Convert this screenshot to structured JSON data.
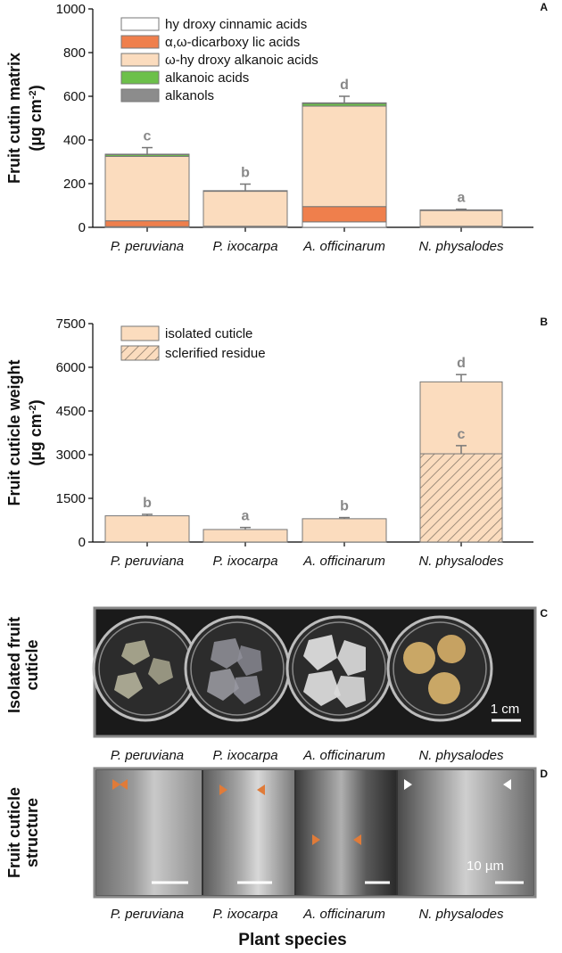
{
  "chart_data": [
    {
      "panel": "A",
      "type": "bar",
      "stacked": true,
      "categories": [
        "P. peruviana",
        "P. ixocarpa",
        "A. officinarum",
        "N. physalodes"
      ],
      "ylabel": "Fruit cutin matrix",
      "yunit_base": "(µg cm",
      "yunit_exp": "-2",
      "yunit_close": ")",
      "ylim": [
        0,
        1000
      ],
      "yticks": [
        0,
        200,
        400,
        600,
        800,
        1000
      ],
      "legend_position": "top-left",
      "series": [
        {
          "name": "hy droxy cinnamic acids",
          "color": "#ffffff",
          "values": [
            3,
            2,
            25,
            2
          ]
        },
        {
          "name": "α,ω-dicarboxy lic acids",
          "color": "#ef7f4c",
          "values": [
            27,
            3,
            70,
            3
          ]
        },
        {
          "name": "ω-hy droxy alkanoic acids",
          "color": "#fbdcbe",
          "values": [
            295,
            160,
            460,
            72
          ]
        },
        {
          "name": "alkanoic acids",
          "color": "#6cc04a",
          "values": [
            8,
            2,
            12,
            2
          ]
        },
        {
          "name": "alkanols",
          "color": "#8c8c8c",
          "values": [
            2,
            1,
            3,
            1
          ]
        }
      ],
      "errors": [
        30,
        30,
        30,
        3
      ],
      "significance": [
        "c",
        "b",
        "d",
        "a"
      ]
    },
    {
      "panel": "B",
      "type": "bar",
      "categories": [
        "P. peruviana",
        "P. ixocarpa",
        "A. officinarum",
        "N. physalodes"
      ],
      "ylabel": "Fruit cuticle weight",
      "yunit_base": "(µg cm",
      "yunit_exp": "-2",
      "yunit_close": ")",
      "ylim": [
        0,
        7500
      ],
      "yticks": [
        0,
        1500,
        3000,
        4500,
        6000,
        7500
      ],
      "legend_position": "top-left",
      "series": [
        {
          "name": "isolated cuticle",
          "color": "#fbdcbe",
          "values": [
            900,
            430,
            800,
            5500
          ]
        },
        {
          "name": "sclerified residue",
          "color": "#fbdcbe",
          "hatch": true,
          "values": [
            null,
            null,
            null,
            3030
          ]
        }
      ],
      "errors_isolated": [
        50,
        70,
        40,
        250
      ],
      "errors_residue": [
        null,
        null,
        null,
        280
      ],
      "significance": [
        "b",
        "a",
        "b",
        "d"
      ],
      "significance_residue": [
        null,
        null,
        null,
        "c"
      ]
    }
  ],
  "panel_c": {
    "letter": "C",
    "row_label_line1": "Isolated fruit",
    "row_label_line2": "cuticle",
    "scale_label": "1 cm",
    "species": [
      "P. peruviana",
      "P. ixocarpa",
      "A. officinarum",
      "N. physalodes"
    ]
  },
  "panel_d": {
    "letter": "D",
    "row_label_line1": "Fruit cuticle",
    "row_label_line2": "structure",
    "scale_label": "10 µm",
    "species": [
      "P. peruviana",
      "P. ixocarpa",
      "A. officinarum",
      "N. physalodes"
    ]
  },
  "x_title": "Plant species",
  "colors": {
    "arrow_orange": "#e07b39",
    "arrow_white": "#ffffff",
    "frame": "#888888"
  }
}
